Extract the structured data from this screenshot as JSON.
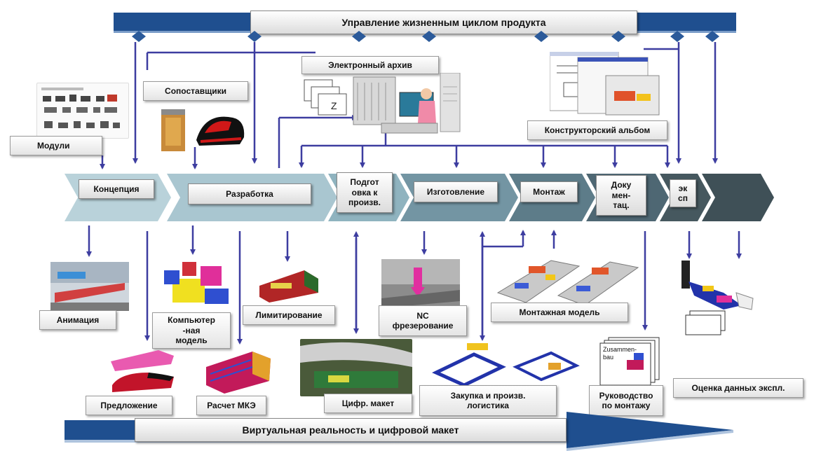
{
  "top_bar": {
    "title": "Управление жизненным циклом продукта",
    "color": "#1f4f8f"
  },
  "process": {
    "steps": [
      {
        "label": "Концепция"
      },
      {
        "label": "Разработка"
      },
      {
        "label": "Подгот\nовка к\nпроизв."
      },
      {
        "label": "Изготовление"
      },
      {
        "label": "Монтаж"
      },
      {
        "label": "Доку\nмен-\nтац."
      },
      {
        "label": "эк\nсп"
      }
    ]
  },
  "top_labels": {
    "modules": "Модули",
    "suppliers": "Сопоставщики",
    "archive": "Электронный архив",
    "album": "Конструкторский альбом",
    "archive_icon_letter": "Z"
  },
  "bottom_labels": {
    "animation": "Анимация",
    "computer_model": "Компьютер\n-ная\nмодель",
    "limiting": "Лимитирование",
    "nc_milling": "NC\nфрезерование",
    "assembly_model": "Монтажная модель",
    "proposal": "Предложение",
    "fem": "Расчет МКЭ",
    "digital_mockup": "Цифр. макет",
    "procurement": "Закупка и произв.\nлогистика",
    "assembly_guide": "Руководство\nпо монтажу",
    "operation_data": "Оценка данных экспл.",
    "doc_stack_text": "Zusammen-\nbau"
  },
  "bottom_bar": {
    "title": "Виртуальная реальность и цифровой макет",
    "color": "#1f4f8f"
  },
  "colors": {
    "arrow": "#4a4aa8",
    "chevron_light": "#a9c6d0",
    "chevron_dark": "#3f5057"
  }
}
